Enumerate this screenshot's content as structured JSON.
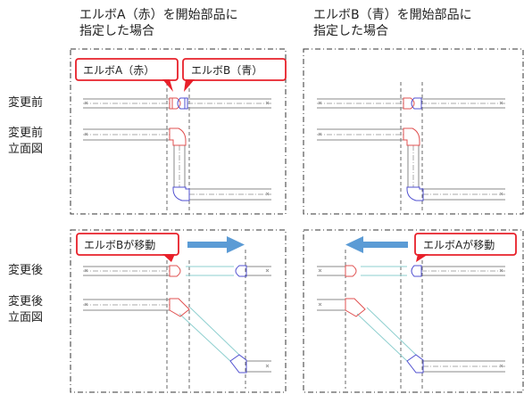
{
  "columns": {
    "left": {
      "line1": "エルボA（赤）を開始部品に",
      "line2": "指定した場合"
    },
    "right": {
      "line1": "エルボB（青）を開始部品に",
      "line2": "指定した場合"
    }
  },
  "rows": {
    "before": "変更前",
    "before_elev_1": "変更前",
    "before_elev_2": "立面図",
    "after": "変更後",
    "after_elev_1": "変更後",
    "after_elev_2": "立面図"
  },
  "callouts": {
    "elbow_a": "エルボA（赤）",
    "elbow_b": "エルボB（青）",
    "b_moved": "エルボBが移動",
    "a_moved": "エルボAが移動"
  },
  "colors": {
    "callout_border": "#e8202a",
    "arrow": "#5b9bd5",
    "elbow_red": "#e05050",
    "elbow_blue": "#5050d0",
    "pipe": "#888888",
    "moved_pipe": "#8ecfcf"
  }
}
